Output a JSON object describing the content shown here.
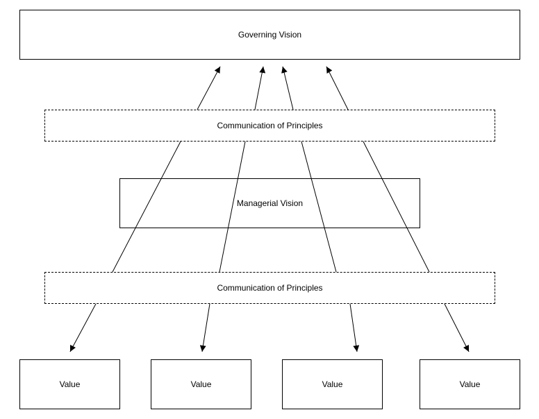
{
  "diagram": {
    "governing_vision": {
      "label": "Governing Vision"
    },
    "communication_top": {
      "label": "Communication of Principles"
    },
    "managerial_vision": {
      "label": "Managerial Vision"
    },
    "communication_bottom": {
      "label": "Communication of Principles"
    },
    "values": [
      {
        "label": "Value"
      },
      {
        "label": "Value"
      },
      {
        "label": "Value"
      },
      {
        "label": "Value"
      }
    ],
    "line_color": "#000000"
  }
}
